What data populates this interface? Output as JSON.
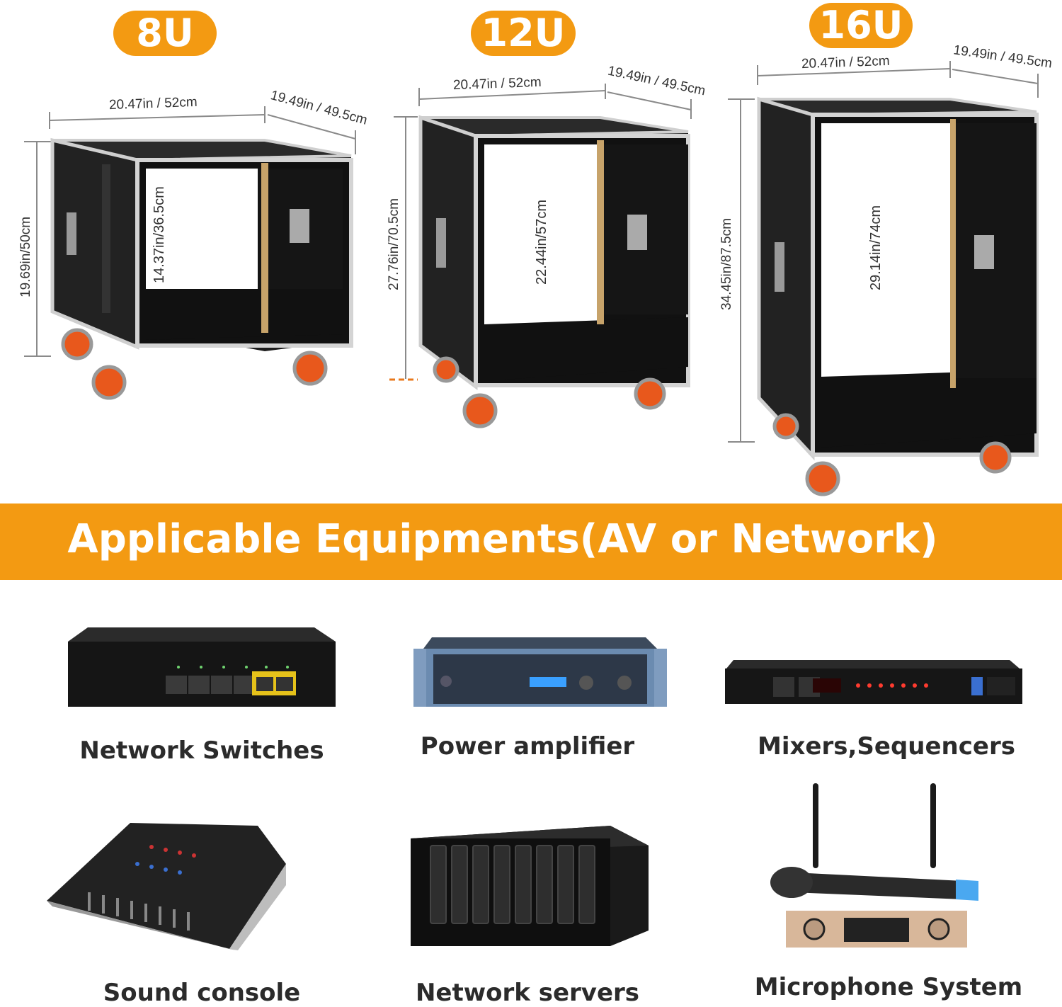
{
  "racks": [
    {
      "label": "8U",
      "width": "20.47in / 52cm",
      "depth": "19.49in / 49.5cm",
      "height": "19.69in/50cm",
      "inner": "14.37in/36.5cm"
    },
    {
      "label": "12U",
      "width": "20.47in / 52cm",
      "depth": "19.49in / 49.5cm",
      "height": "27.76in/70.5cm",
      "inner": "22.44in/57cm"
    },
    {
      "label": "16U",
      "width": "20.47in / 52cm",
      "depth": "19.49in / 49.5cm",
      "height": "34.45in/87.5cm",
      "inner": "29.14in/74cm"
    }
  ],
  "banner": {
    "title": "Applicable Equipments(AV or Network)"
  },
  "equipment": [
    {
      "label": "Network Switches",
      "icon": "network-switch-image"
    },
    {
      "label": "Power amplifier",
      "icon": "power-amplifier-image"
    },
    {
      "label": "Mixers,Sequencers",
      "icon": "sequencer-image"
    },
    {
      "label": "Sound console",
      "icon": "sound-console-image"
    },
    {
      "label": "Network servers",
      "icon": "network-server-image"
    },
    {
      "label": "Microphone System",
      "icon": "microphone-system-image"
    }
  ],
  "colors": {
    "accent": "#f39a12",
    "wheel": "#e8581c",
    "frame": "#c9c9c9",
    "panel": "#1e1e1e"
  }
}
